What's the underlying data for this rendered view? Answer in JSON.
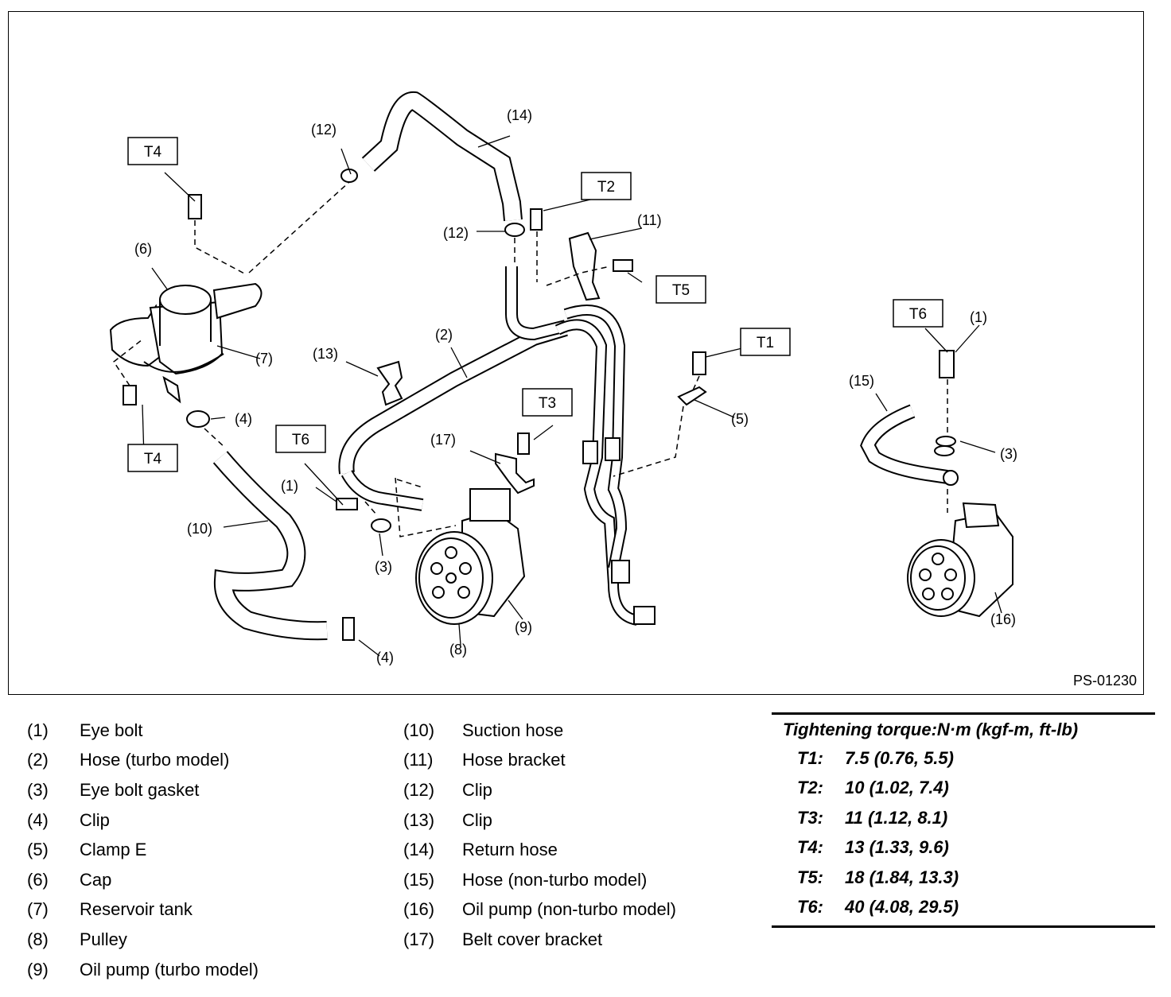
{
  "figure": {
    "code": "PS-01230",
    "callouts": {
      "c1a": "(1)",
      "c1b": "(1)",
      "c2": "(2)",
      "c3a": "(3)",
      "c3b": "(3)",
      "c4a": "(4)",
      "c4b": "(4)",
      "c5": "(5)",
      "c6": "(6)",
      "c7": "(7)",
      "c8": "(8)",
      "c9": "(9)",
      "c10": "(10)",
      "c11": "(11)",
      "c12a": "(12)",
      "c12b": "(12)",
      "c13": "(13)",
      "c14": "(14)",
      "c15": "(15)",
      "c16": "(16)",
      "c17": "(17)"
    },
    "torque_boxes": {
      "t4a": "T4",
      "t4b": "T4",
      "t2": "T2",
      "t5": "T5",
      "t1": "T1",
      "t3": "T3",
      "t6a": "T6",
      "t6b": "T6"
    }
  },
  "legend": [
    {
      "num": "(1)",
      "label": "Eye bolt"
    },
    {
      "num": "(2)",
      "label": "Hose (turbo model)"
    },
    {
      "num": "(3)",
      "label": "Eye bolt gasket"
    },
    {
      "num": "(4)",
      "label": "Clip"
    },
    {
      "num": "(5)",
      "label": "Clamp E"
    },
    {
      "num": "(6)",
      "label": "Cap"
    },
    {
      "num": "(7)",
      "label": "Reservoir tank"
    },
    {
      "num": "(8)",
      "label": "Pulley"
    },
    {
      "num": "(9)",
      "label": "Oil pump (turbo model)"
    },
    {
      "num": "(10)",
      "label": "Suction hose"
    },
    {
      "num": "(11)",
      "label": "Hose bracket"
    },
    {
      "num": "(12)",
      "label": "Clip"
    },
    {
      "num": "(13)",
      "label": "Clip"
    },
    {
      "num": "(14)",
      "label": "Return hose"
    },
    {
      "num": "(15)",
      "label": "Hose (non-turbo model)"
    },
    {
      "num": "(16)",
      "label": "Oil pump (non-turbo model)"
    },
    {
      "num": "(17)",
      "label": "Belt cover bracket"
    }
  ],
  "torque": {
    "title": "Tightening torque:N·m (kgf-m, ft-lb)",
    "rows": [
      {
        "key": "T1:",
        "value": "7.5 (0.76, 5.5)"
      },
      {
        "key": "T2:",
        "value": "10 (1.02, 7.4)"
      },
      {
        "key": "T3:",
        "value": "11 (1.12, 8.1)"
      },
      {
        "key": "T4:",
        "value": "13 (1.33, 9.6)"
      },
      {
        "key": "T5:",
        "value": "18 (1.84, 13.3)"
      },
      {
        "key": "T6:",
        "value": "40 (4.08, 29.5)"
      }
    ]
  }
}
